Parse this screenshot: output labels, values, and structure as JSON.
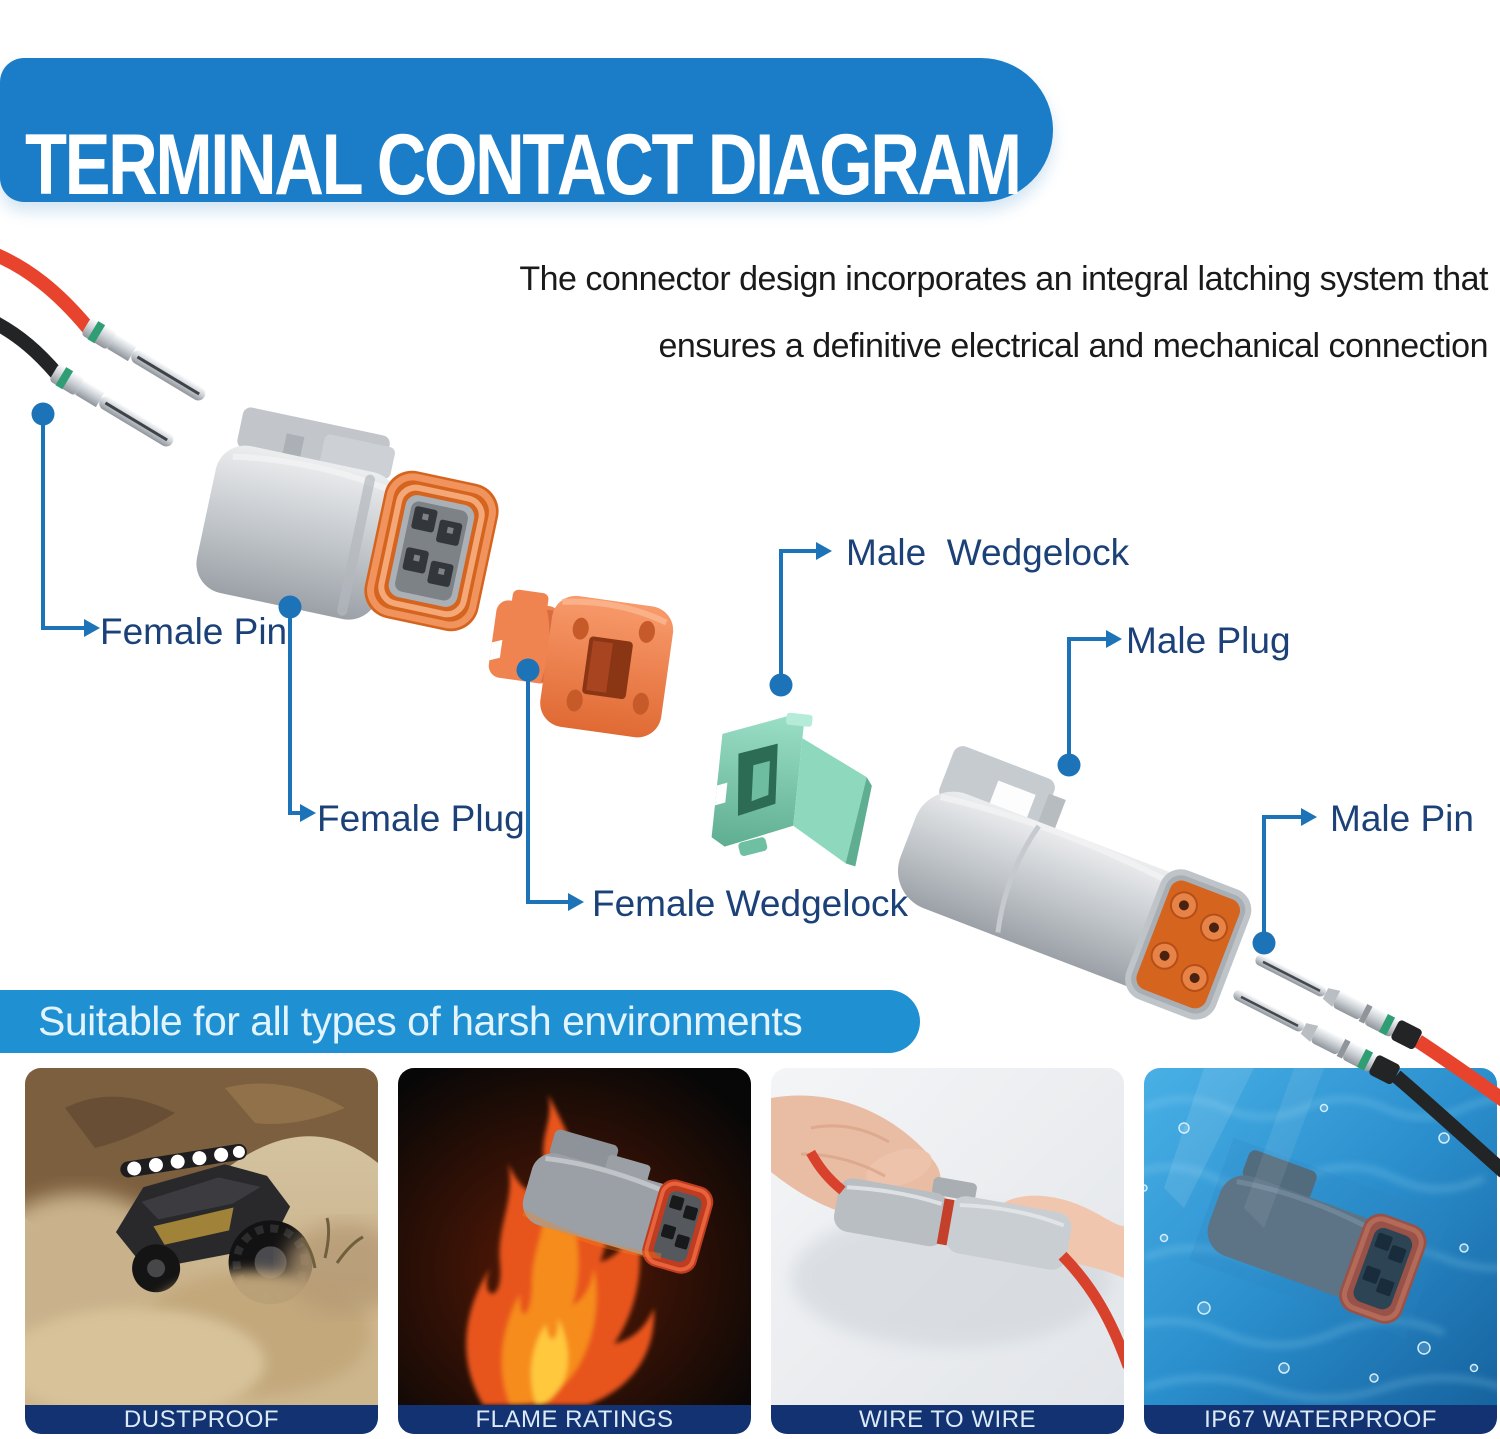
{
  "header": {
    "title": "TERMINAL CONTACT DIAGRAM"
  },
  "description": {
    "line1": "The connector design incorporates an integral latching system that",
    "line2": "ensures a definitive electrical and mechanical connection"
  },
  "diagram": {
    "labels": {
      "female_pin": "Female Pin",
      "female_plug": "Female Plug",
      "female_wedgelock": "Female Wedgelock",
      "male_wedgelock": "Male  Wedgelock",
      "male_plug": "Male Plug",
      "male_pin": "Male Pin"
    },
    "colors": {
      "leader": "#1c73b8",
      "label_text": "#1b4178",
      "wire_red": "#e8432c",
      "wire_black": "#232426",
      "seal_orange": "#d5641f",
      "wedgelock_orange": "#ef8450",
      "wedgelock_green": "#7ecdb3",
      "connector_gray": "#c3c7cb"
    }
  },
  "environment_banner": {
    "text": "Suitable for all types of harsh environments"
  },
  "gallery": {
    "items": [
      {
        "caption": "DUSTPROOF",
        "scene": "offroad-truck-in-dust"
      },
      {
        "caption": "FLAME RATINGS",
        "scene": "connector-in-flames"
      },
      {
        "caption": "WIRE TO WIRE",
        "scene": "hands-mating-connectors"
      },
      {
        "caption": "IP67 WATERPROOF",
        "scene": "connector-underwater"
      }
    ]
  },
  "colors": {
    "banner_blue": "#1b7dc7",
    "banner2_blue": "#1f90d2",
    "caption_navy": "#123272",
    "title_text": "#ffffff",
    "banner2_text": "#e3f4fe",
    "caption_text": "#dceaf8",
    "desc_text": "#1a1a1a"
  }
}
